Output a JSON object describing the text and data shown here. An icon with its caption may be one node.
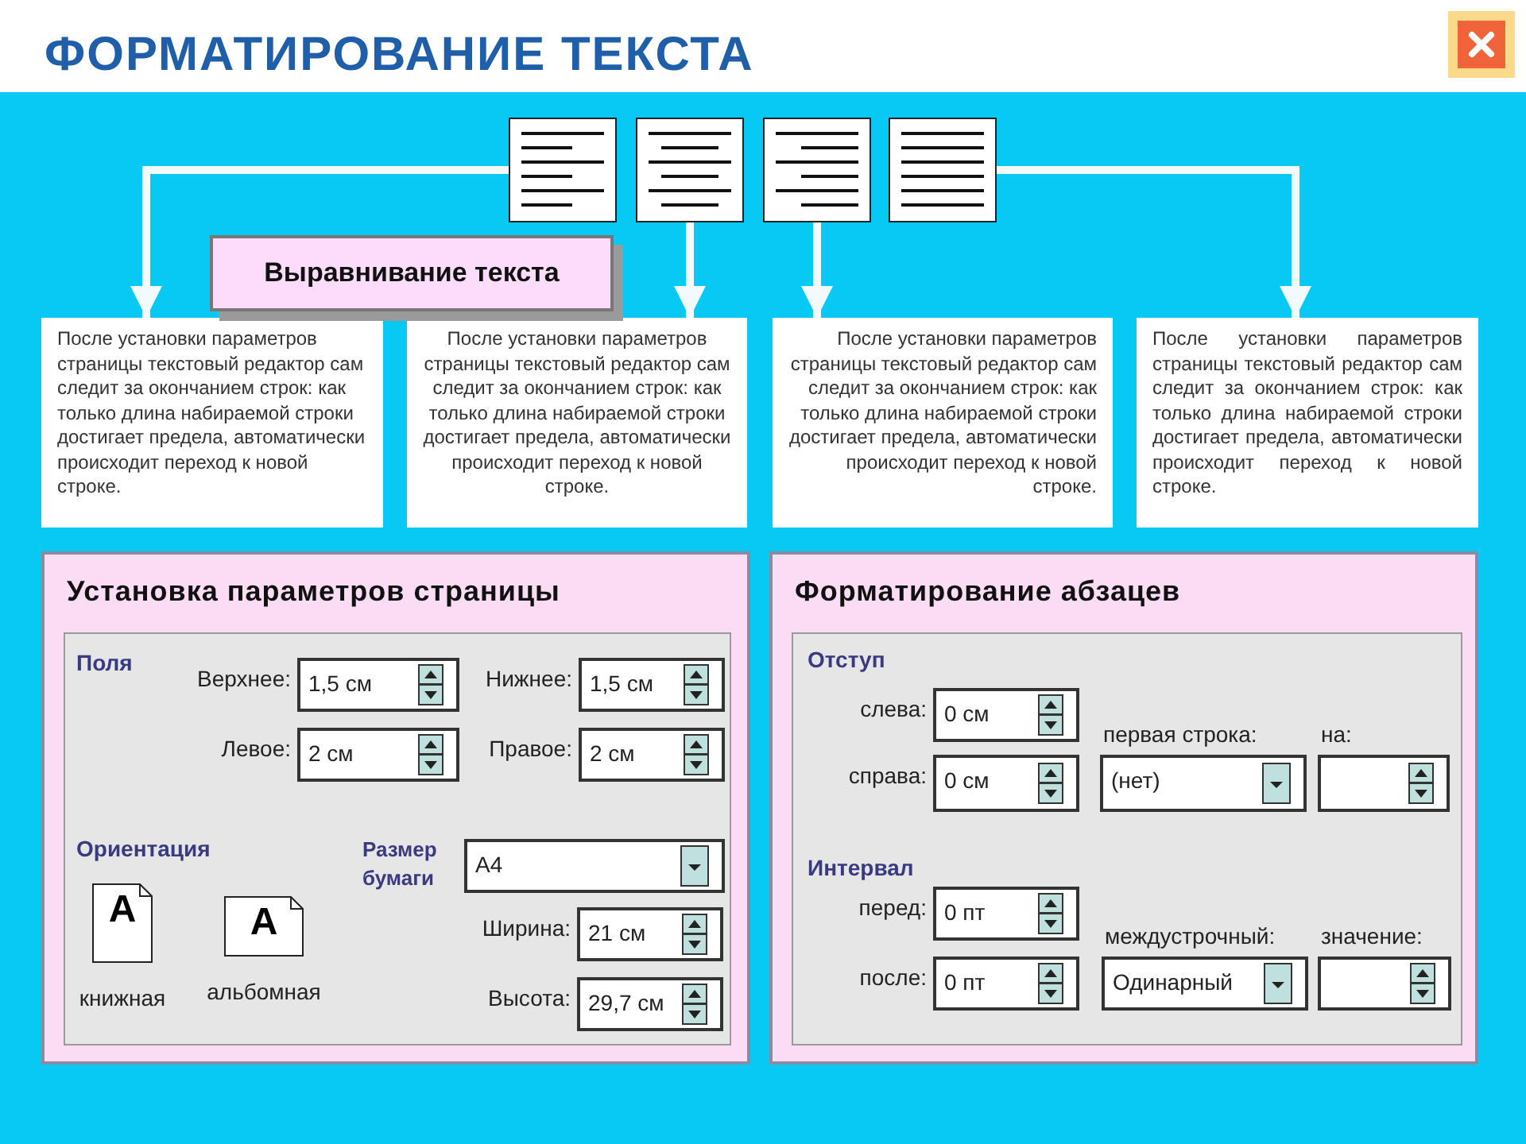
{
  "diagram": {
    "title": "ФОРМАТИРОВАНИЕ ТЕКСТА",
    "nodes": [
      {
        "text": [],
        "shape": "picture"
      },
      {
        "text": [],
        "shape": "picture"
      },
      {
        "text": [],
        "shape": "picture"
      },
      {
        "text": [],
        "shape": "picture"
      },
      {
        "text": [
          "После установки параметров страницы текстовый редактор сам следит за окончанием строк: как только длина набираемой строки достигает предела, автоматически происходит переход к новой строке."
        ]
      },
      {
        "text": [
          "После установки параметров страницы текстовый редактор сам следит за окончанием строк: как только длина набираемой строки достигает предела, автоматически происходит переход к новой строке."
        ]
      },
      {
        "text": [
          "После установки параметров страницы текстовый редактор сам следит за окончанием строк: как только длина набираемой строки достигает предела, автоматически происходит переход к новой строке."
        ]
      },
      {
        "text": [
          "После установки параметров страницы текстовый редактор сам следит за окончанием строк: как только длина набираемой строки достигает предела, автоматически происходит переход к новой строке."
        ]
      },
      {
        "text": [
          "Выравнивание текста"
        ]
      },
      {
        "text": [
          "Установка параметров страницы"
        ]
      },
      {
        "text": [],
        "shape": "box",
        "in": 9
      },
      {
        "text": [
          "1,5 см"
        ],
        "beside": [
          "Верхнее:"
        ],
        "in": 10
      },
      {
        "text": [
          "1,5 см"
        ],
        "beside": [
          "Нижнее:"
        ],
        "in": 10
      },
      {
        "text": [
          "2 см"
        ],
        "beside": [
          "Левое:"
        ],
        "in": 10
      },
      {
        "text": [
          "2 см"
        ],
        "beside": [
          "Правое:"
        ],
        "in": 10
      },
      {
        "text": [
          "A"
        ],
        "beside": [
          "книжная"
        ],
        "in": 10
      },
      {
        "text": [
          "A"
        ],
        "beside": [
          "альбомная"
        ],
        "in": 10
      },
      {
        "text": [
          "A4"
        ],
        "beside": [
          "Размер бумаги"
        ],
        "in": 10
      },
      {
        "text": [
          "21 см"
        ],
        "beside": [
          "Ширина:"
        ],
        "in": 10
      },
      {
        "text": [
          "29,7 см"
        ],
        "beside": [
          "Высота:"
        ],
        "in": 10
      },
      {
        "text": [
          "Форматирование абзацев"
        ]
      },
      {
        "text": [],
        "shape": "box",
        "in": 20
      },
      {
        "text": [
          "0 см"
        ],
        "beside": [
          "слева:"
        ],
        "in": 21
      },
      {
        "text": [
          "0 см"
        ],
        "beside": [
          "справа:"
        ],
        "in": 21
      },
      {
        "text": [
          "(нет)"
        ],
        "beside": [
          "первая строка:"
        ],
        "in": 21
      },
      {
        "text": [],
        "shape": "box",
        "beside": [
          "на:"
        ],
        "in": 21
      },
      {
        "text": [
          "0 пт"
        ],
        "beside": [
          "перед:"
        ],
        "in": 21
      },
      {
        "text": [
          "0 пт"
        ],
        "beside": [
          "после:"
        ],
        "in": 21
      },
      {
        "text": [
          "Одинарный"
        ],
        "beside": [
          "междустрочный:"
        ],
        "in": 21
      },
      {
        "text": [],
        "shape": "box",
        "beside": [
          "значение:"
        ],
        "in": 21
      }
    ],
    "edges": [
      {
        "from": 0,
        "to": 4,
        "arrow": "to"
      },
      {
        "from": 1,
        "to": 5,
        "arrow": "to"
      },
      {
        "from": 2,
        "to": 6,
        "arrow": "to"
      },
      {
        "from": 3,
        "to": 7,
        "arrow": "to"
      }
    ],
    "labels": [
      "Поля",
      "Ориентация",
      "Отступ",
      "Интервал"
    ]
  }
}
